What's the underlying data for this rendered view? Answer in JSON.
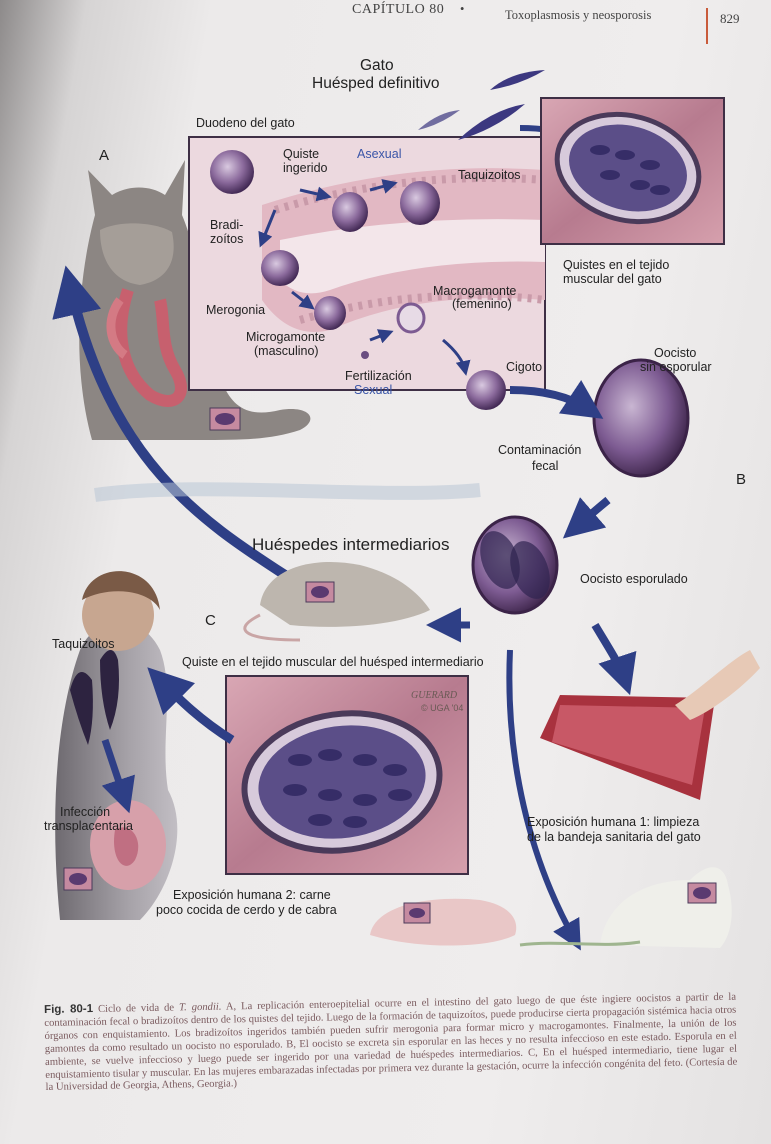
{
  "header": {
    "chapter": "CAPÍTULO 80",
    "bullet": "•",
    "section": "Toxoplasmosis y neosporosis",
    "page_number": "829"
  },
  "figure": {
    "host_title_1": "Gato",
    "host_title_2": "Huésped definitivo",
    "duodenum_label": "Duodeno del gato",
    "panel_a": "A",
    "panel_b": "B",
    "panel_c": "C",
    "cyst_ingested_1": "Quiste",
    "cyst_ingested_2": "ingerido",
    "asexual": "Asexual",
    "tachyzoites_top": "Taquizoitos",
    "bradyzoites_1": "Bradi-",
    "bradyzoites_2": "zoítos",
    "merogony": "Merogonia",
    "macrogamont_1": "Macrogamonte",
    "macrogamont_2": "(femenino)",
    "microgamont_1": "Microgamonte",
    "microgamont_2": "(masculino)",
    "fertilization": "Fertilización",
    "sexual": "Sexual",
    "zygote": "Cigoto",
    "cysts_cat_muscle_1": "Quistes en el tejido",
    "cysts_cat_muscle_2": "muscular del gato",
    "oocyst_unsporulated_1": "Oocisto",
    "oocyst_unsporulated_2": "sin esporular",
    "fecal_1": "Contaminación",
    "fecal_2": "fecal",
    "intermediate_hosts": "Huéspedes intermediarios",
    "oocyst_sporulated": "Oocisto esporulado",
    "tachyzoites_left": "Taquizoitos",
    "cyst_intermediate_muscle": "Quiste en el tejido muscular del huésped intermediario",
    "signature_1": "GUERARD",
    "signature_2": "© UGA '04",
    "transplacental_1": "Infección",
    "transplacental_2": "transplacentaria",
    "exposure1_1": "Exposición humana 1: limpieza",
    "exposure1_2": "de la bandeja sanitaria del gato",
    "exposure2_1": "Exposición humana 2: carne",
    "exposure2_2": "poco cocida de cerdo y de cabra"
  },
  "caption": {
    "label": "Fig. 80-1",
    "text_1": " Ciclo de vida de ",
    "species": "T. gondii.",
    "text_2": " A, La replicación enteroepitelial ocurre en el intestino del gato luego de que éste ingiere oocistos a partir de la contaminación fecal o bradizoítos dentro de los quistes del tejido. Luego de la formación de taquizoítos, puede producirse cierta propagación sistémica hacia otros órganos con enquistamiento. Los bradizoítos ingeridos también pueden sufrir merogonia para formar micro y macrogamontes. Finalmente, la unión de los gamontes da como resultado un oocisto no esporulado. B, El oocisto se excreta sin esporular en las heces y no resulta infeccioso en este estado. Esporula en el ambiente, se vuelve infeccioso y luego puede ser ingerido por una variedad de huéspedes intermediarios. C, En el huésped intermediario, tiene lugar el enquistamiento tisular y muscular. En las mujeres embarazadas infectadas por primera vez durante la gestación, ocurre la infección congénita del feto. (Cortesía de la Universidad de Georgia, Athens, Georgia.)"
  },
  "colors": {
    "arrow_blue": "#2e3f86",
    "cyst_purple": "#5a3a70",
    "tissue_pink": "#c98a9a",
    "label_blue": "#3a55a8",
    "header_rule": "#c95b3b",
    "litter_box": "#a8323e"
  }
}
